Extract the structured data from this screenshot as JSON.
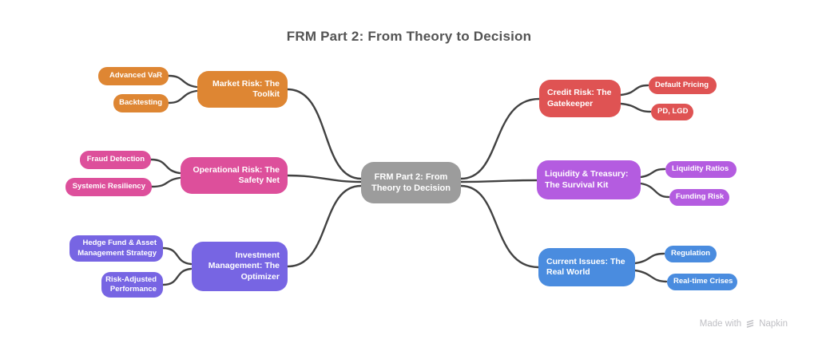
{
  "title": "FRM Part 2: From Theory to Decision",
  "palette": {
    "orange": "#DE8633",
    "pink": "#DD4F9B",
    "purple": "#7765E3",
    "red": "#DF5353",
    "violet": "#B45CE0",
    "blue": "#4A8CDF",
    "center_gray": "#9C9C9C",
    "connector": "#424242",
    "title_text": "#545454",
    "watermark_text": "#BFBFC4"
  },
  "center": {
    "label": "FRM Part 2: From\nTheory to Decision"
  },
  "branches": [
    {
      "label": "Market Risk: The\nToolkit",
      "color": "#DE8633",
      "children": [
        {
          "label": "Advanced VaR"
        },
        {
          "label": "Backtesting"
        }
      ]
    },
    {
      "label": "Operational Risk: The\nSafety Net",
      "color": "#DD4F9B",
      "children": [
        {
          "label": "Fraud Detection"
        },
        {
          "label": "Systemic Resiliency"
        }
      ]
    },
    {
      "label": "Investment\nManagement: The\nOptimizer",
      "color": "#7765E3",
      "children": [
        {
          "label": "Hedge Fund & Asset\nManagement Strategy"
        },
        {
          "label": "Risk-Adjusted\nPerformance"
        }
      ]
    },
    {
      "label": "Credit Risk: The\nGatekeeper",
      "color": "#DF5353",
      "children": [
        {
          "label": "Default Pricing"
        },
        {
          "label": "PD, LGD"
        }
      ]
    },
    {
      "label": "Liquidity & Treasury:\nThe Survival Kit",
      "color": "#B45CE0",
      "children": [
        {
          "label": "Liquidity Ratios"
        },
        {
          "label": "Funding Risk"
        }
      ]
    },
    {
      "label": "Current Issues: The\nReal World",
      "color": "#4A8CDF",
      "children": [
        {
          "label": "Regulation"
        },
        {
          "label": "Real-time Crises"
        }
      ]
    }
  ],
  "footer": {
    "made_with": "Made with",
    "brand": "Napkin"
  }
}
